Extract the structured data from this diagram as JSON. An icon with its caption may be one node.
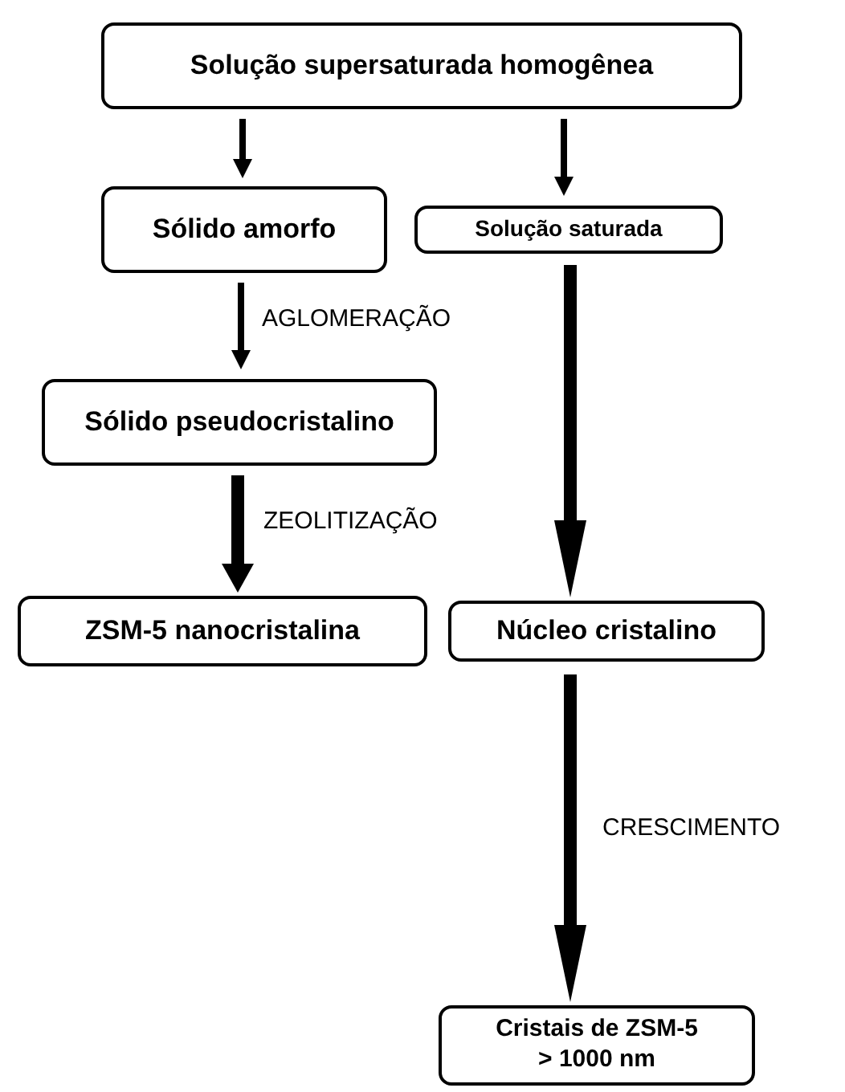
{
  "diagram": {
    "nodes": [
      {
        "text": [
          "Solução supersaturada homogênea"
        ]
      },
      {
        "text": [
          "Sólido amorfo"
        ]
      },
      {
        "text": [
          "Solução saturada"
        ]
      },
      {
        "text": [
          "Sólido pseudocristalino"
        ]
      },
      {
        "text": [
          "ZSM-5 nanocristalina"
        ]
      },
      {
        "text": [
          "Núcleo cristalino"
        ]
      },
      {
        "text": [
          "Cristais de ZSM-5 > 1000 nm"
        ]
      }
    ],
    "edges": [
      {
        "from": 0,
        "to": 1,
        "arrow": "to"
      },
      {
        "from": 0,
        "to": 2,
        "arrow": "to"
      },
      {
        "from": 1,
        "to": 3,
        "arrow": "to",
        "label": "AGLOMERAÇÃO"
      },
      {
        "from": 3,
        "to": 4,
        "arrow": "to",
        "label": "ZEOLITIZAÇÃO",
        "style": "thick"
      },
      {
        "from": 2,
        "to": 5,
        "arrow": "to",
        "style": "thick"
      },
      {
        "from": 5,
        "to": 6,
        "arrow": "to",
        "label": "CRESCIMENTO",
        "style": "thick"
      }
    ]
  }
}
